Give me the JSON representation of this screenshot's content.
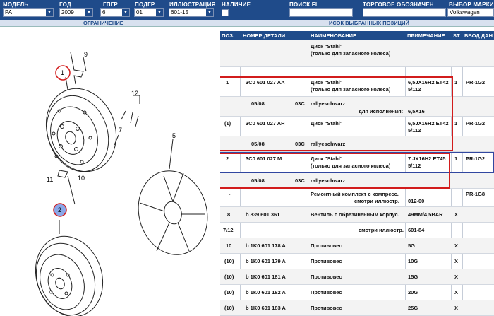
{
  "header": {
    "model_label": "МОДЕЛЬ",
    "model_value": "PA",
    "year_label": "ГОД",
    "year_value": "2009",
    "gpgr_label": "ГПГР",
    "gpgr_value": "6",
    "podgr_label": "ПОДГР",
    "podgr_value": "01",
    "illus_label": "ИЛЛЮСТРАЦИЯ",
    "illus_value": "601-15",
    "nalichie_label": "НАЛИЧИЕ",
    "search_label": "ПОИСК FI",
    "brand_label": "ТОРГОВОЕ ОБОЗНАЧЕН",
    "brand_value": "Volkswagen",
    "choice_label": "ВЫБОР МАРКИ"
  },
  "subbar": {
    "left": "ОГРАНИЧЕНИЕ",
    "right": "ИСОК ВЫБРАННЫХ ПОЗИЦИЙ"
  },
  "diagram": {
    "callouts": [
      "1",
      "9",
      "12",
      "7",
      "5",
      "10",
      "11",
      "2"
    ]
  },
  "table": {
    "columns": [
      "ПОЗ.",
      "НОМЕР ДЕТАЛИ",
      "НАИМЕНОВАНИЕ",
      "ПРИМЕЧАНИЕ",
      "ST",
      "ВВОД ДАН"
    ],
    "rows": [
      {
        "pos": "",
        "num": "",
        "name": "Диск \"Stahl\"",
        "name2": "(только для запасного колеса)",
        "note": "",
        "note2": "",
        "st": "",
        "code": ""
      },
      {
        "pos": "1",
        "num": "3C0  601  027  AA",
        "name": "Диск \"Stahl\"",
        "name2": "(только для запасного колеса)",
        "note": "6,5JX16H2 ET42",
        "note2": "5/112",
        "st": "1",
        "code": "PR-1G2"
      },
      {
        "pos": "",
        "num": "05/08",
        "num2": "03C",
        "name": "rallyeschwarz",
        "name3": "для исполнения:",
        "note": "6,5X16",
        "st": "",
        "code": ""
      },
      {
        "pos": "(1)",
        "num": "3C0  601  027  AH",
        "name": "Диск \"Stahl\"",
        "note": "6,5JX16H2 ET42",
        "note2": "5/112",
        "st": "1",
        "code": "PR-1G2"
      },
      {
        "pos": "",
        "num": "05/08",
        "num2": "03C",
        "name": "rallyeschwarz",
        "note": "",
        "st": "",
        "code": ""
      },
      {
        "pos": "2",
        "num": "3C0  601  027  M",
        "name": "Диск \"Stahl\"",
        "name2": "(только для запасного колеса)",
        "note": "7  JX16H2 ET45",
        "note2": "5/112",
        "st": "1",
        "code": "PR-1G2"
      },
      {
        "pos": "",
        "num": "05/08",
        "num2": "03C",
        "name": "rallyeschwarz",
        "note": "",
        "st": "",
        "code": ""
      },
      {
        "pos": "-",
        "num": "",
        "name": "Ремонтный комплект с компресс.",
        "name3": "смотри иллюстр.",
        "note": "",
        "note2": "012-00",
        "st": "",
        "code": "PR-1G8"
      },
      {
        "pos": "8",
        "num": "b  839  601  361",
        "name": "Вентиль с обрезиненным корпус.",
        "note": "49MM/4,5BAR",
        "st": "X",
        "code": ""
      },
      {
        "pos": "7/12",
        "num": "",
        "name": "",
        "name3": "смотри иллюстр.",
        "note": "601-84",
        "st": "",
        "code": ""
      },
      {
        "pos": "10",
        "num": "b  1K0  601  178  A",
        "name": "Противовес",
        "note": "5G",
        "st": "X",
        "code": ""
      },
      {
        "pos": "(10)",
        "num": "b  1K0  601  179  A",
        "name": "Противовес",
        "note": "10G",
        "st": "X",
        "code": ""
      },
      {
        "pos": "(10)",
        "num": "b  1K0  601  181  A",
        "name": "Противовес",
        "note": "15G",
        "st": "X",
        "code": ""
      },
      {
        "pos": "(10)",
        "num": "b  1K0  601  182  A",
        "name": "Противовес",
        "note": "20G",
        "st": "X",
        "code": ""
      },
      {
        "pos": "(10)",
        "num": "b  1K0  601  183  A",
        "name": "Противовес",
        "note": "25G",
        "st": "X",
        "code": ""
      }
    ]
  },
  "colors": {
    "header_bg": "#1f4b8a",
    "highlight_red": "#d21c1c",
    "highlight_blue": "#3147a0"
  }
}
